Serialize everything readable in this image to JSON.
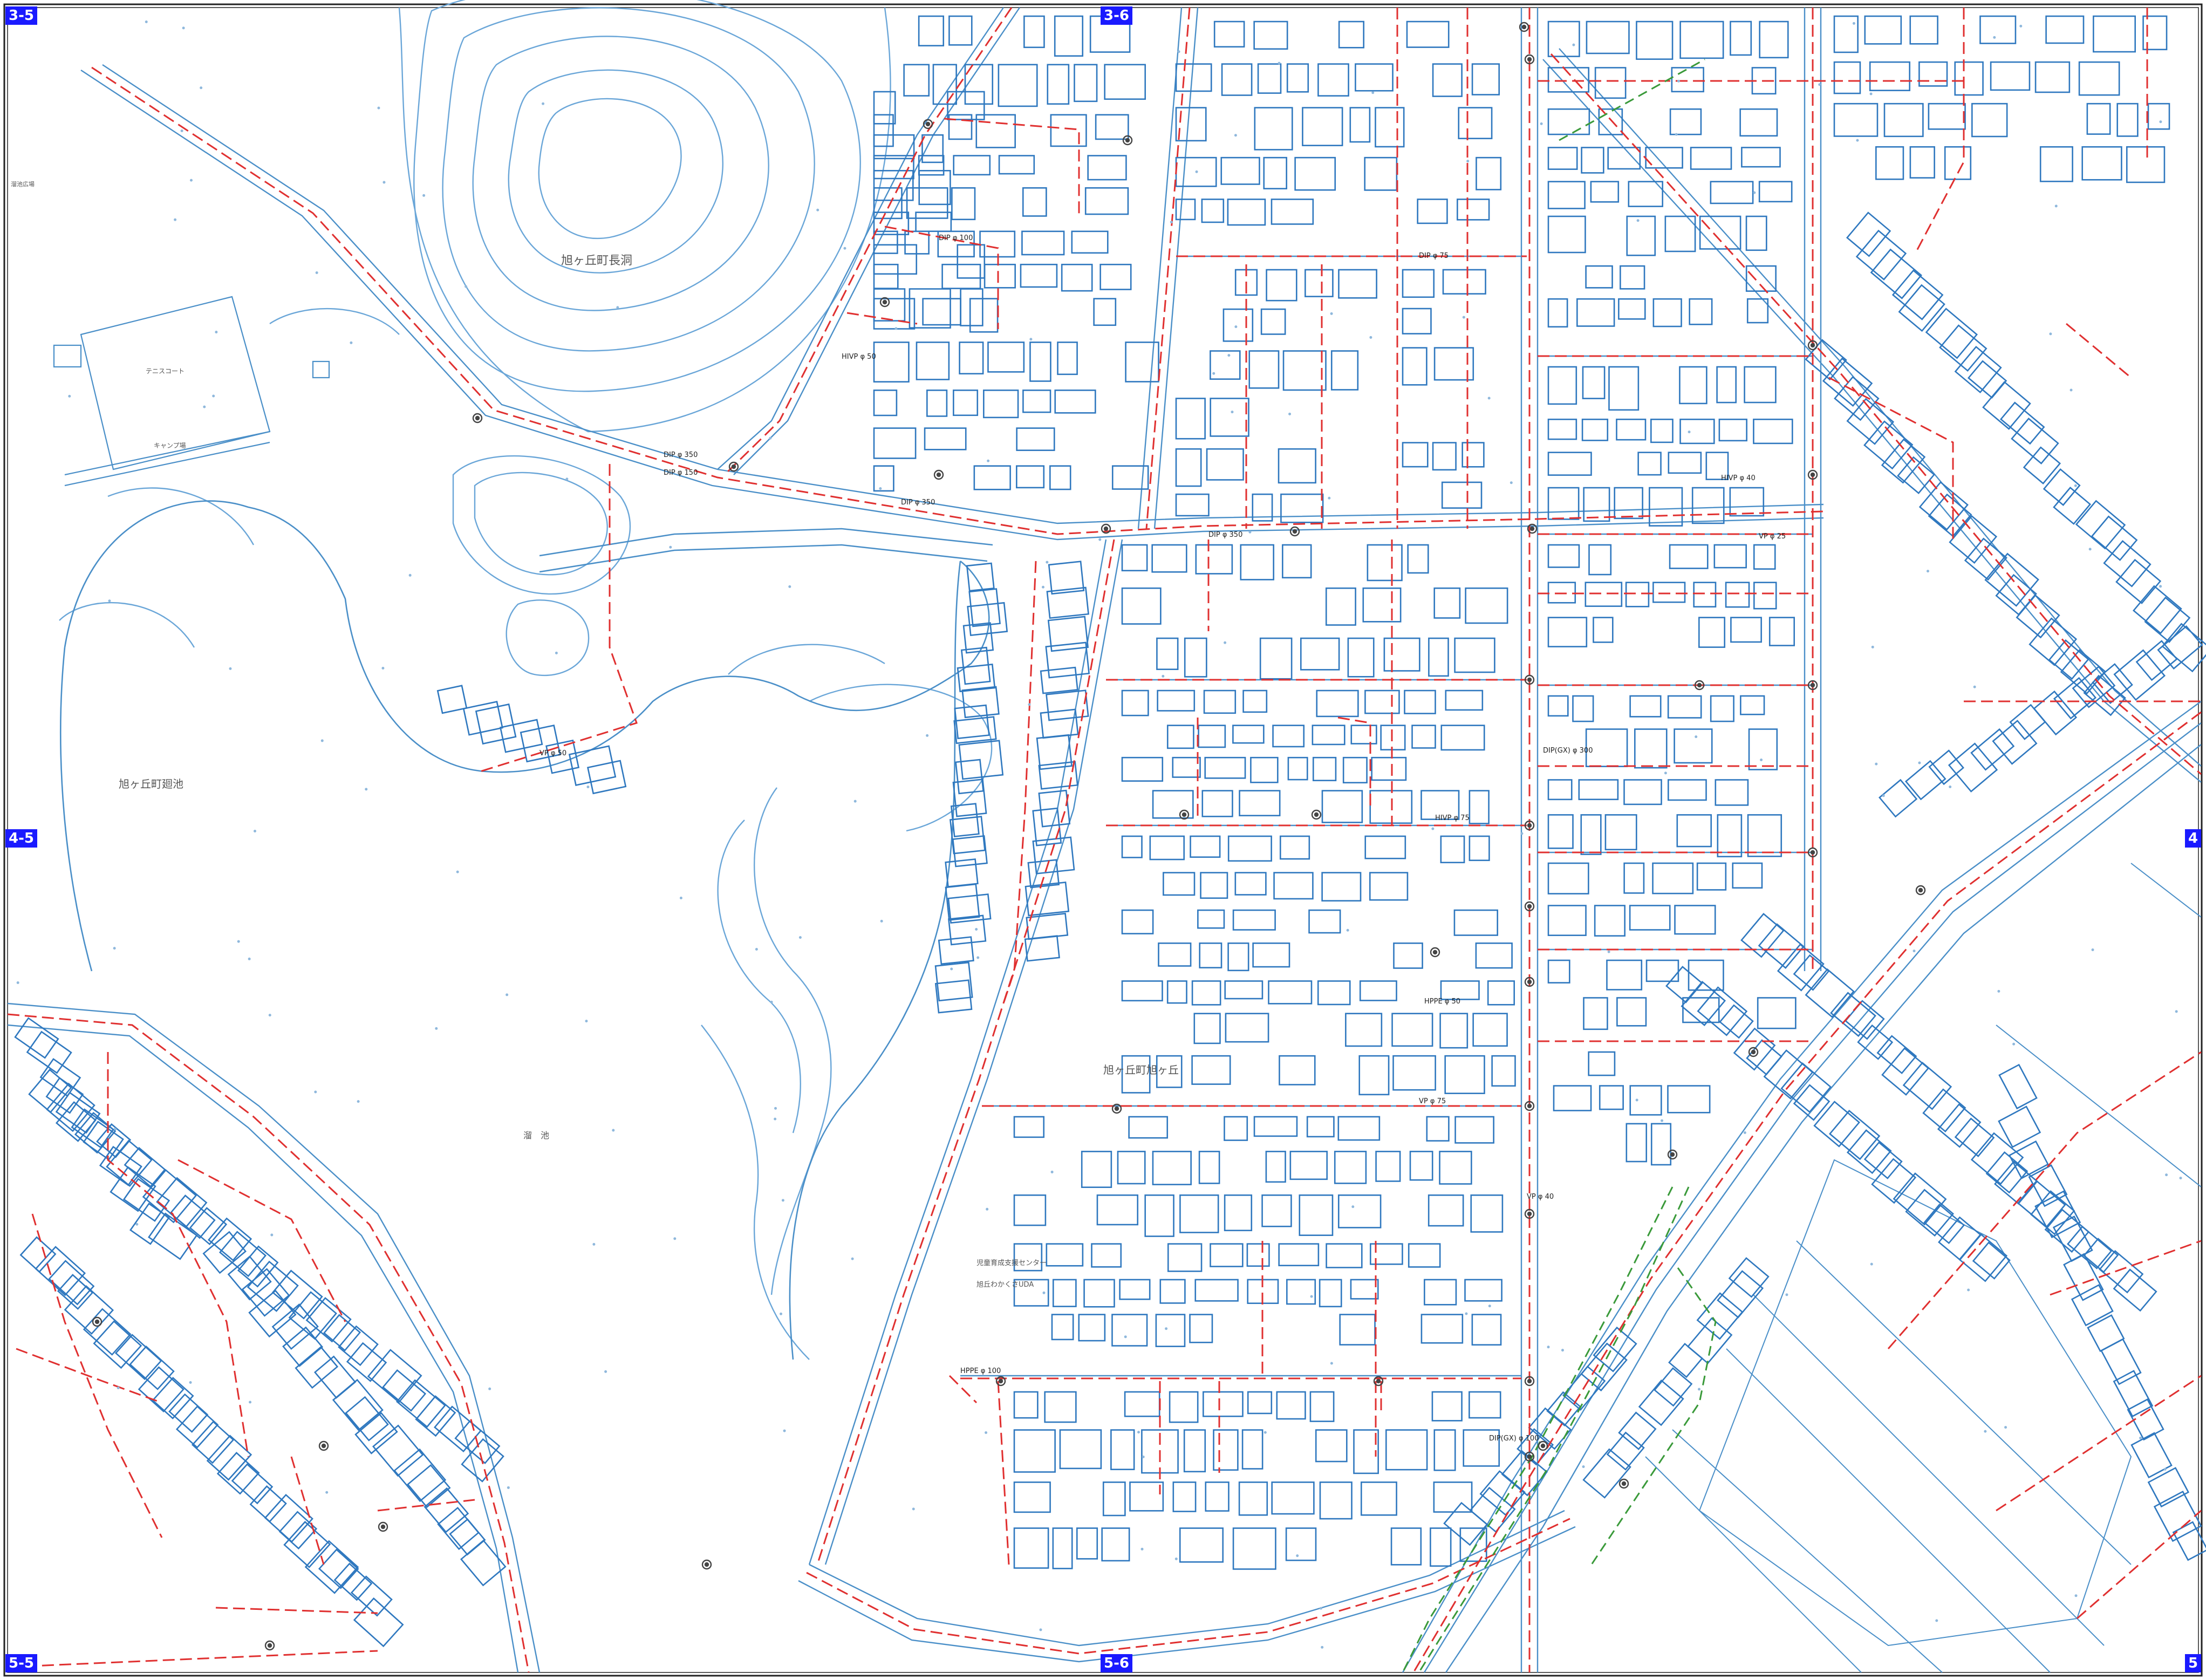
{
  "sheet_tags": {
    "top_left": "3-5",
    "top_center": "3-6",
    "mid_left": "4-5",
    "mid_right": "4",
    "bottom_left": "5-5",
    "bottom_center": "5-6",
    "bottom_right": "5"
  },
  "place_names": {
    "nagareike": "旭ヶ丘町長洞",
    "oike": "旭ヶ丘町廻池",
    "asahigaoka": "旭ヶ丘町旭ヶ丘",
    "pond": "溜　池",
    "tennis": "テニスコート",
    "camp": "キャンプ場",
    "small_note": "溜池広場",
    "center_1": "児童育成支援センター",
    "center_2": "旭丘わかくさUDA"
  },
  "pipe_labels": {
    "dip350_a": "DIP φ 350",
    "dip350_b": "DIP φ 350",
    "dip350_c": "DIP φ 350",
    "dip150": "DIP φ 150",
    "dip100": "DIP φ 100",
    "dip75": "DIP φ 75",
    "hivp50": "HIVP φ 50",
    "hivp75": "HIVP φ 75",
    "hivp40": "HIVP φ 40",
    "vp50": "VP φ 50",
    "vp25": "VP φ 25",
    "vp75": "VP φ 75",
    "hppe100": "HPPE φ 100",
    "hppe50": "HPPE φ 50",
    "dipgx300": "DIP(GX) φ 300",
    "dipgx100": "DIP(GX) φ 100",
    "vp40": "VP φ 40"
  },
  "colors": {
    "background": "#ffffff",
    "base_map": "#4a8fc8",
    "building": "#2f78bf",
    "water_main": "#e03030",
    "gas_main": "#3a9a3a",
    "text": "#333333",
    "sheet_tag": "#1a1aff"
  }
}
